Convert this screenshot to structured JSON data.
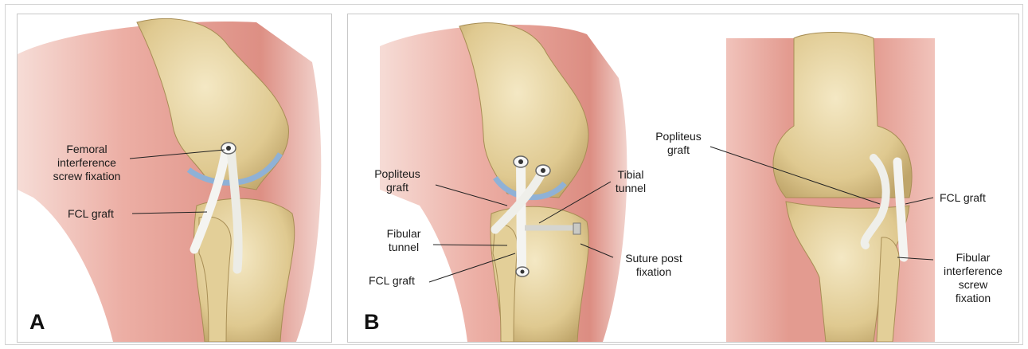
{
  "panel_a": {
    "letter": "A",
    "labels": {
      "femoral_line1": "Femoral",
      "femoral_line2": "interference",
      "femoral_line3": "screw fixation",
      "fcl_graft": "FCL graft"
    }
  },
  "panel_b": {
    "letter": "B",
    "labels": {
      "popliteus_left_line1": "Popliteus",
      "popliteus_left_line2": "graft",
      "fibular_tunnel_line1": "Fibular",
      "fibular_tunnel_line2": "tunnel",
      "fcl_graft_left": "FCL graft",
      "tibial_tunnel_line1": "Tibial",
      "tibial_tunnel_line2": "tunnel",
      "suture_post_line1": "Suture post",
      "suture_post_line2": "fixation",
      "popliteus_right_line1": "Popliteus",
      "popliteus_right_line2": "graft",
      "fcl_graft_right": "FCL graft",
      "fibular_screw_line1": "Fibular",
      "fibular_screw_line2": "interference",
      "fibular_screw_line3": "screw",
      "fibular_screw_line4": "fixation"
    }
  },
  "colors": {
    "skin": "#e9a79c",
    "bone": "#e8d7a6",
    "graft": "#f3f3f0",
    "cartilage": "#9ab7d4"
  }
}
